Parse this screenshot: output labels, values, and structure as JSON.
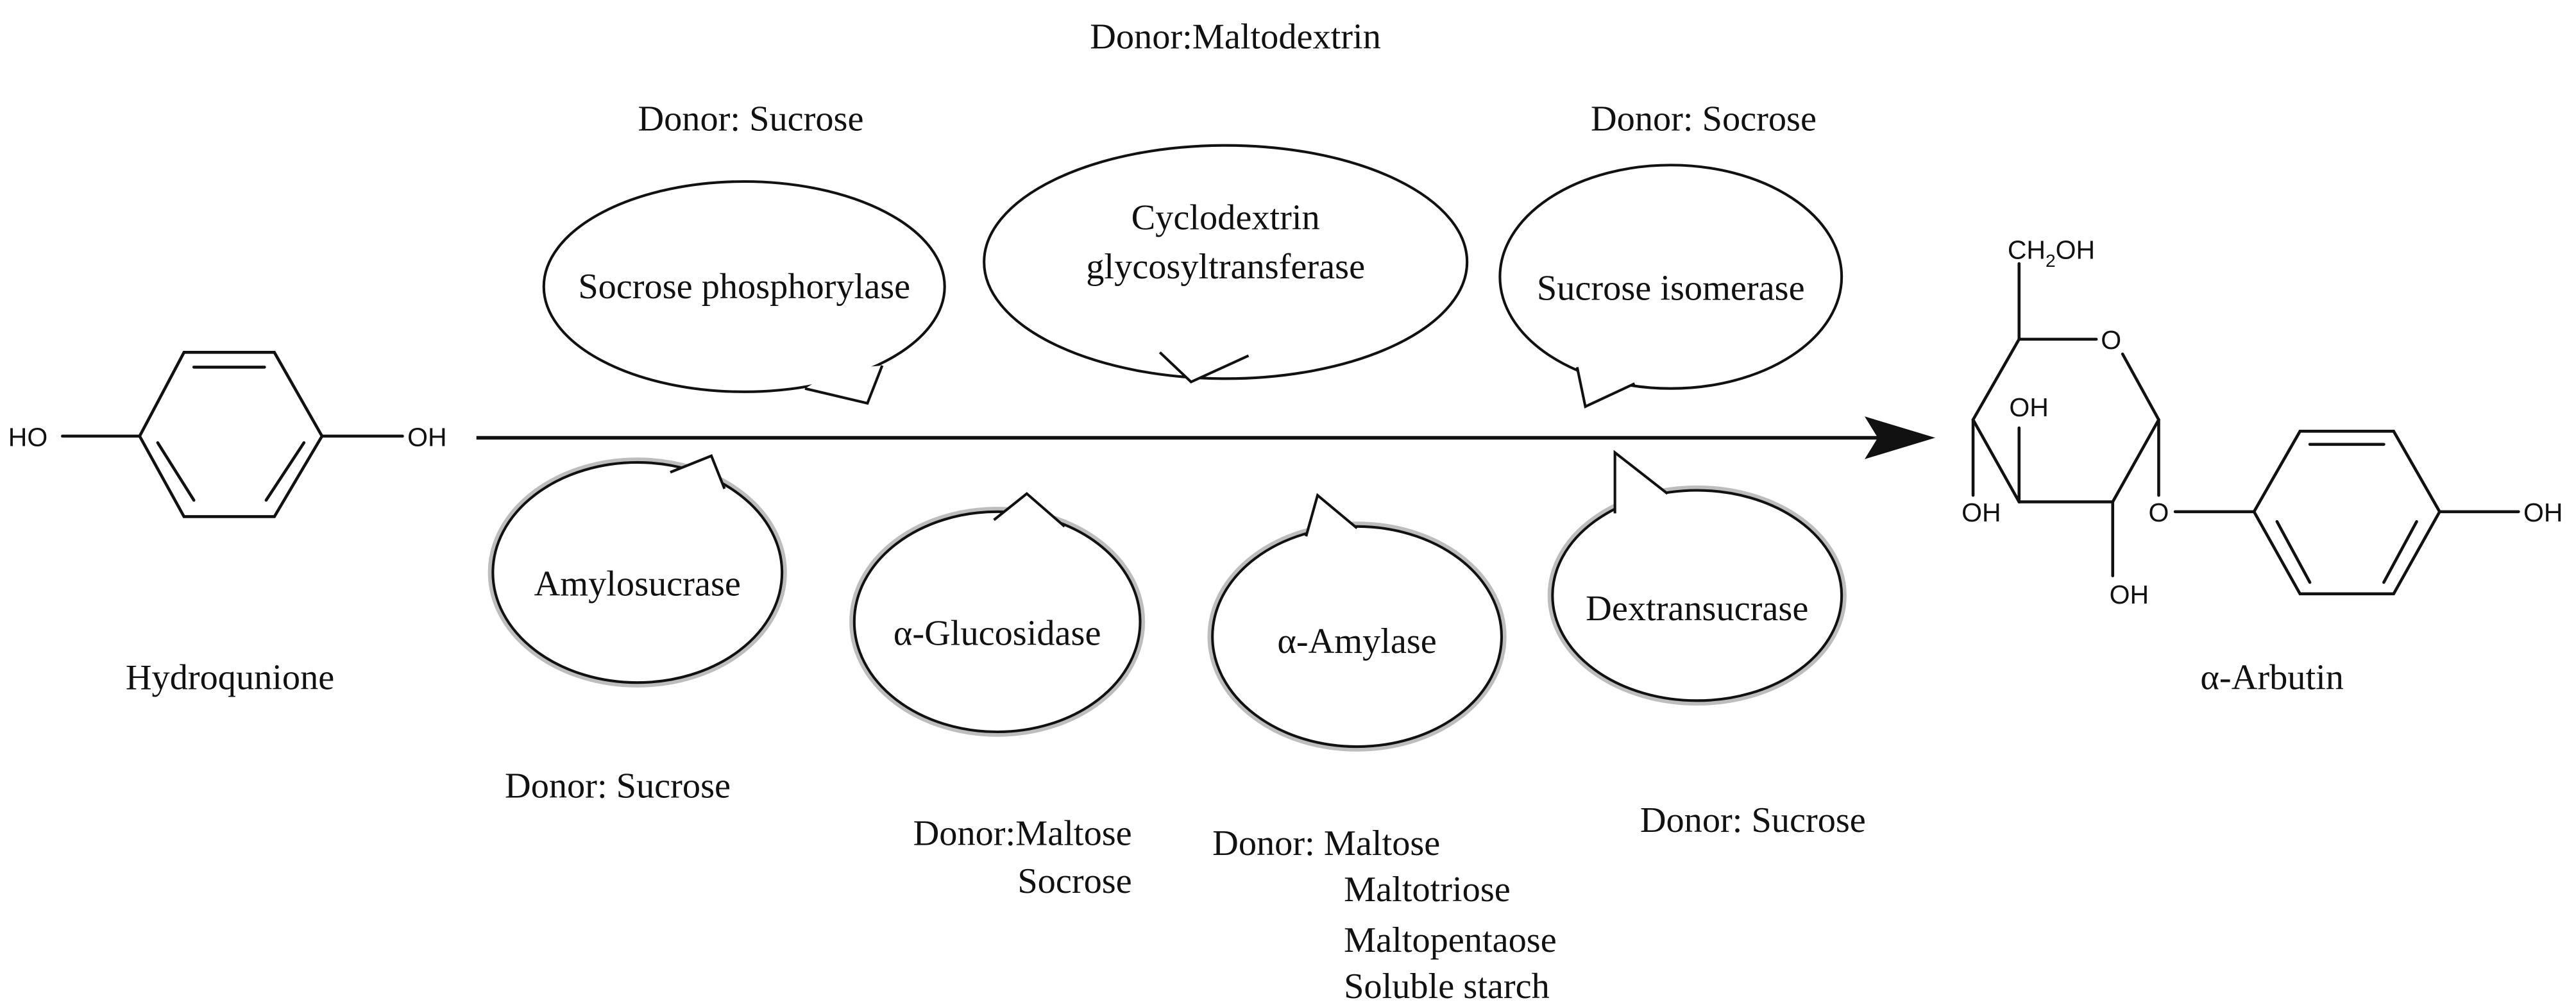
{
  "substrate": {
    "name": "Hydroqunione",
    "left_group": "HO",
    "right_group": "OH"
  },
  "product": {
    "name": "α-Arbutin",
    "ch2oh": "CH",
    "ch2oh_sub": "2",
    "ch2oh_tail": "OH",
    "ring_oxygen": "O",
    "glycosidic_oxygen": "O",
    "hydroxyls": [
      "OH",
      "OH",
      "OH",
      "OH"
    ]
  },
  "top_enzymes": [
    {
      "label_lines": [
        "Socrose phosphorylase"
      ],
      "donor_lines": [
        "Donor: Sucrose"
      ]
    },
    {
      "label_lines": [
        "Cyclodextrin",
        "glycosyltransferase"
      ],
      "donor_lines": [
        "Donor:Maltodextrin"
      ]
    },
    {
      "label_lines": [
        "Sucrose isomerase"
      ],
      "donor_lines": [
        "Donor: Socrose"
      ]
    }
  ],
  "bottom_enzymes": [
    {
      "label_lines": [
        "Amylosucrase"
      ],
      "donor_lines": [
        "Donor: Sucrose"
      ]
    },
    {
      "label_lines": [
        "α-Glucosidase"
      ],
      "donor_lines": [
        "Donor:Maltose",
        "Socrose"
      ]
    },
    {
      "label_lines": [
        "α-Amylase"
      ],
      "donor_lines": [
        "Donor: Maltose",
        "Maltotriose",
        "Maltopentaose",
        "Soluble starch"
      ]
    },
    {
      "label_lines": [
        "Dextransucrase"
      ],
      "donor_lines": [
        "Donor: Sucrose"
      ]
    }
  ],
  "colors": {
    "line": "#111111",
    "bubble_shadow": "#bdbdbd",
    "background": "#ffffff"
  }
}
